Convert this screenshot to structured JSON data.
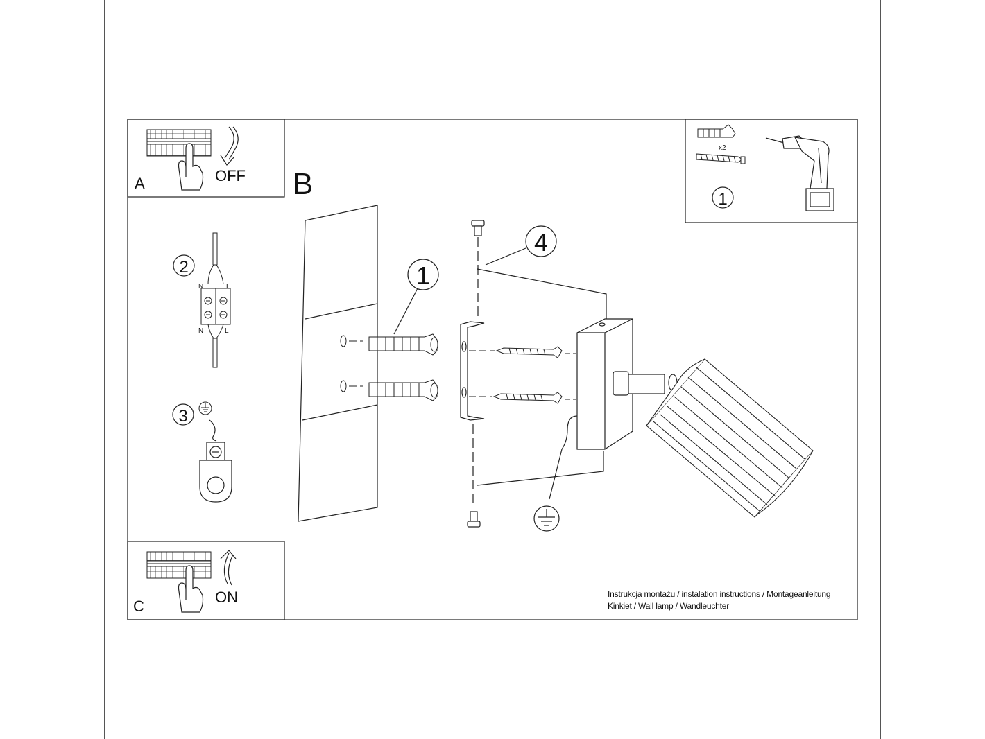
{
  "panels": {
    "a": {
      "letter": "A",
      "action": "OFF"
    },
    "b": {
      "letter": "B"
    },
    "c": {
      "letter": "C",
      "action": "ON"
    }
  },
  "callouts": {
    "step1_kit": "1",
    "step1_dowel": "1",
    "step2": "2",
    "step3": "3",
    "step4": "4"
  },
  "kit": {
    "quantity": "x2"
  },
  "terminal": {
    "neutral_top": "N",
    "line_top": "L",
    "neutral_bottom": "N",
    "line_bottom": "L"
  },
  "footer": {
    "line1": "Instrukcja montażu / instalation instructions / Montageanleitung",
    "line2": "Kinkiet / Wall lamp / Wandleuchter"
  }
}
